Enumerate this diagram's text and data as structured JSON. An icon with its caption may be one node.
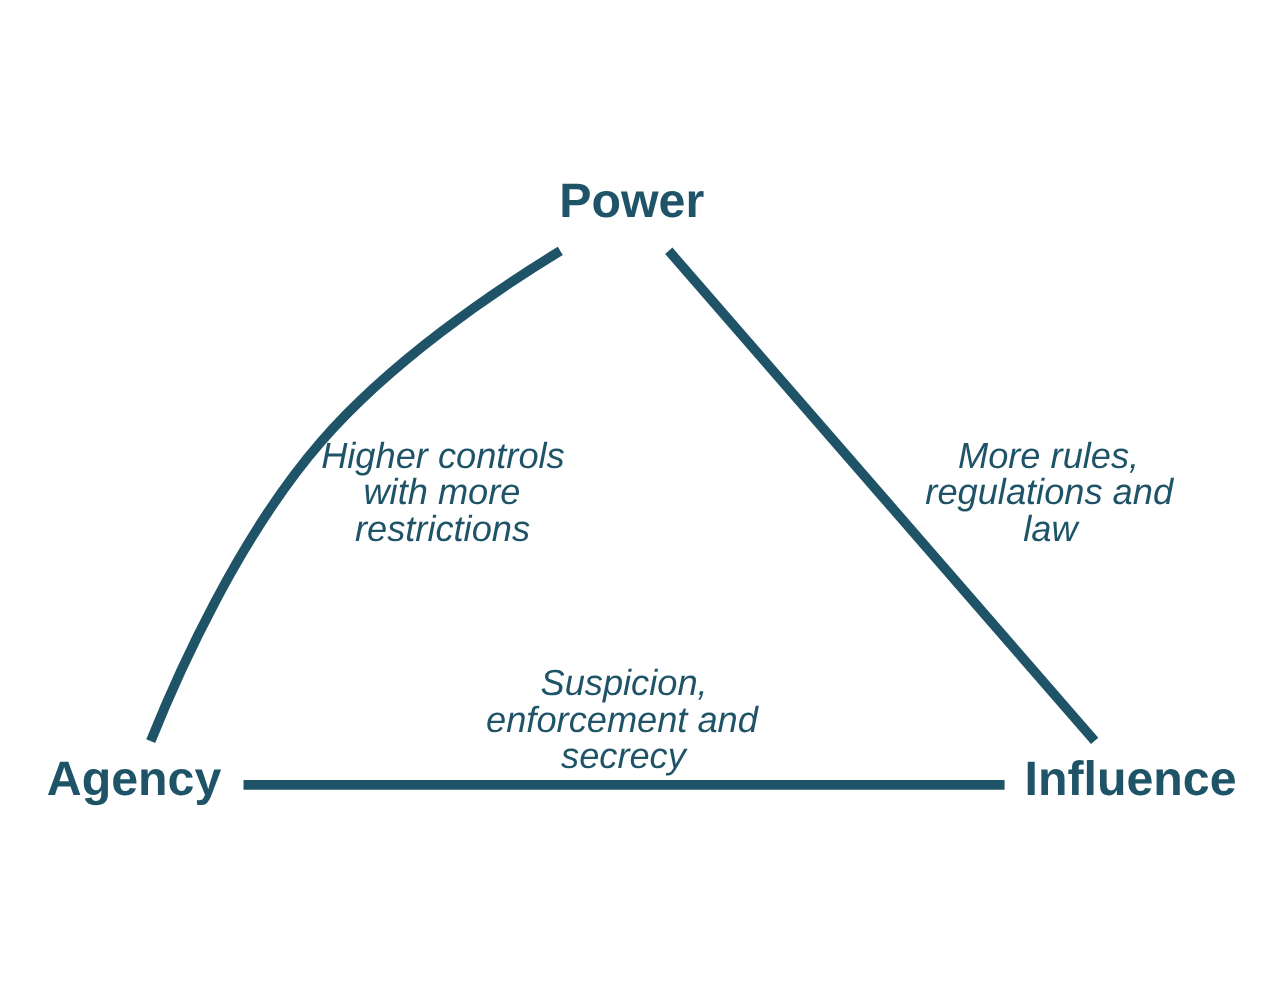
{
  "diagram": {
    "nodes": [
      {
        "text": [
          "Power"
        ]
      },
      {
        "text": [
          "Agency"
        ]
      },
      {
        "text": [
          "Influence"
        ]
      }
    ],
    "edges": [
      {
        "from": 0,
        "to": 1,
        "arrow": "none",
        "label": "Higher controls with more restrictions"
      },
      {
        "from": 0,
        "to": 2,
        "arrow": "none",
        "label": "More rules, regulations and law"
      },
      {
        "from": 1,
        "to": 2,
        "arrow": "none",
        "label": "Suspicion, enforcement and secrecy"
      }
    ]
  }
}
